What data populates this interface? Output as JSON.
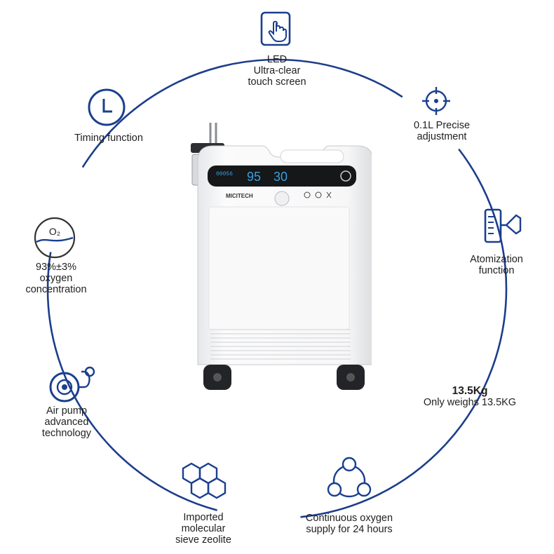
{
  "features": {
    "led": [
      "LED",
      "Ultra-clear",
      "touch screen"
    ],
    "timing": [
      "Timing function"
    ],
    "precise": [
      "0.1L Precise",
      "adjustment"
    ],
    "oxygen": [
      "93%±3%",
      "oxygen",
      "concentration"
    ],
    "atomization": [
      "Atomization",
      "function"
    ],
    "weight": [
      "13.5Kg",
      "Only weighs 13.5KG"
    ],
    "airpump": [
      "Air pump",
      "advanced",
      "technology"
    ],
    "zeolite": [
      "Imported",
      "molecular",
      "sieve zeolite"
    ],
    "continuous": [
      "Continuous oxygen",
      "supply for 24 hours"
    ]
  },
  "machine": {
    "brand": "MICITECH",
    "display_left": "00056",
    "display_mid": "95",
    "display_right": "30",
    "o2_symbol": "O₂"
  },
  "colors": {
    "accent": "#1a3f8f",
    "ring": "#1c3d8c"
  }
}
